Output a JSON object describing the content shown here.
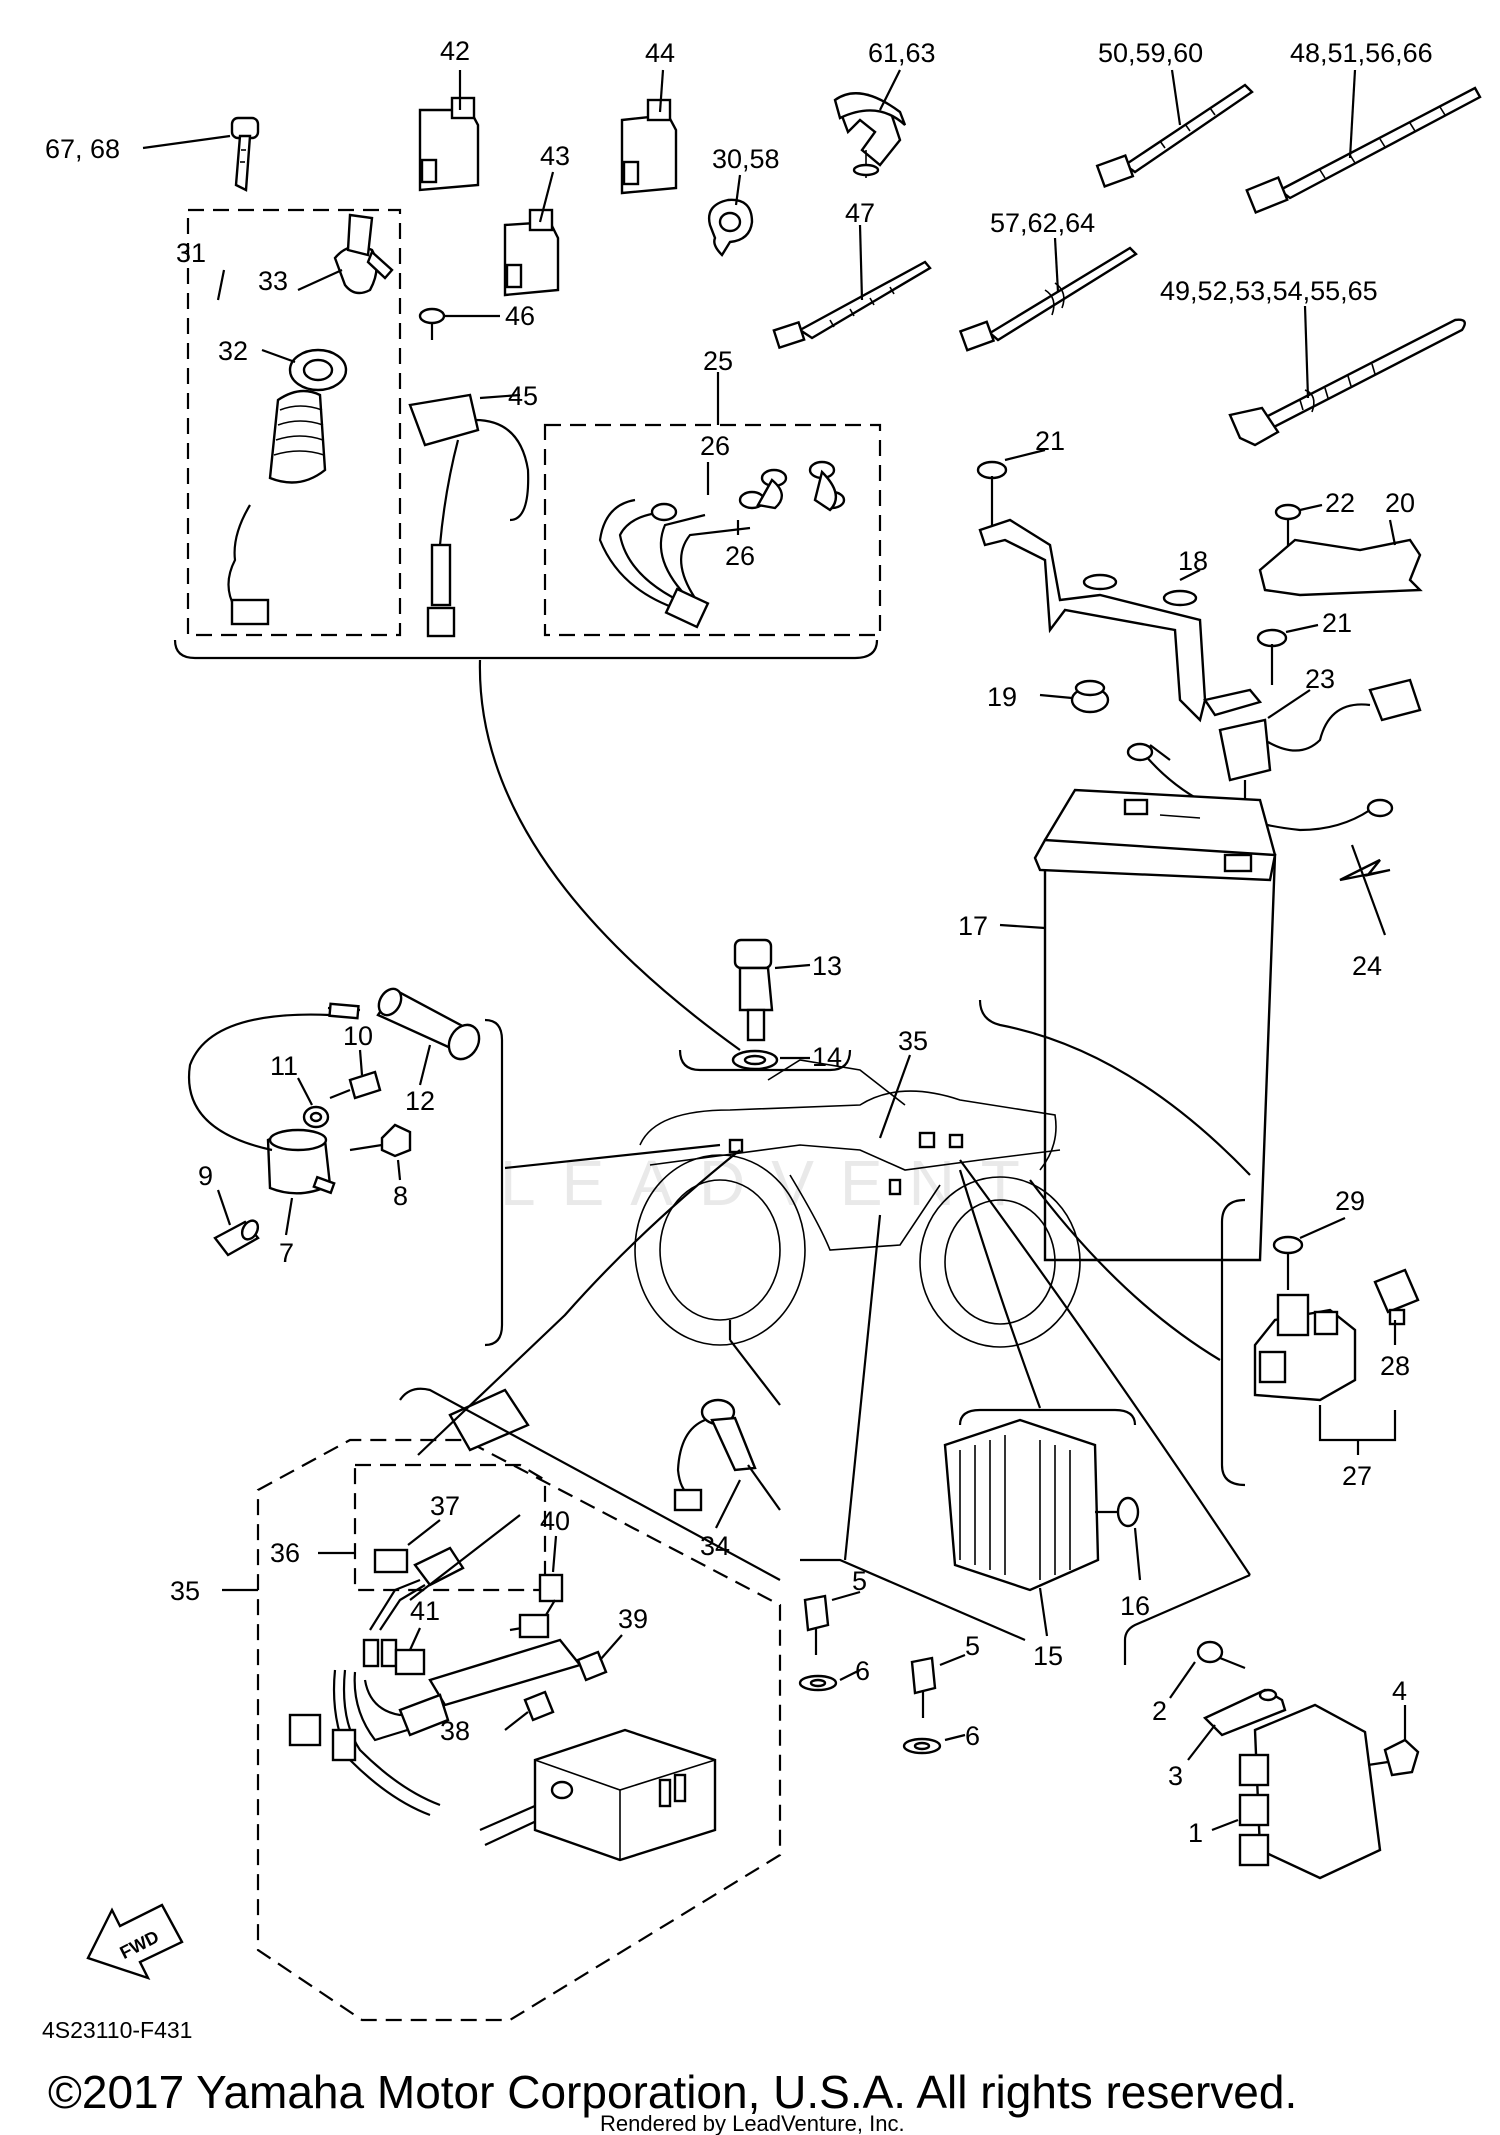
{
  "diagram": {
    "drawing_code": "4S23110-F431",
    "copyright": "©2017 Yamaha Motor Corporation, U.S.A. All rights reserved.",
    "rendered_by": "Rendered by LeadVenture, Inc.",
    "fwd_label": "FWD",
    "callouts": [
      {
        "id": "c-67-68",
        "text": "67, 68"
      },
      {
        "id": "c-42",
        "text": "42"
      },
      {
        "id": "c-43",
        "text": "43"
      },
      {
        "id": "c-44",
        "text": "44"
      },
      {
        "id": "c-61-63",
        "text": "61,63"
      },
      {
        "id": "c-30-58",
        "text": "30,58"
      },
      {
        "id": "c-47",
        "text": "47"
      },
      {
        "id": "c-50-59-60",
        "text": "50,59,60"
      },
      {
        "id": "c-48-51-56-66",
        "text": "48,51,56,66"
      },
      {
        "id": "c-57-62-64",
        "text": "57,62,64"
      },
      {
        "id": "c-49-52-53-54-55-65",
        "text": "49,52,53,54,55,65"
      },
      {
        "id": "c-31",
        "text": "31"
      },
      {
        "id": "c-33",
        "text": "33"
      },
      {
        "id": "c-32",
        "text": "32"
      },
      {
        "id": "c-46",
        "text": "46"
      },
      {
        "id": "c-45",
        "text": "45"
      },
      {
        "id": "c-25",
        "text": "25"
      },
      {
        "id": "c-26a",
        "text": "26"
      },
      {
        "id": "c-26b",
        "text": "26"
      },
      {
        "id": "c-21a",
        "text": "21"
      },
      {
        "id": "c-22",
        "text": "22"
      },
      {
        "id": "c-20",
        "text": "20"
      },
      {
        "id": "c-18",
        "text": "18"
      },
      {
        "id": "c-21b",
        "text": "21"
      },
      {
        "id": "c-19",
        "text": "19"
      },
      {
        "id": "c-23",
        "text": "23"
      },
      {
        "id": "c-17",
        "text": "17"
      },
      {
        "id": "c-24",
        "text": "24"
      },
      {
        "id": "c-13",
        "text": "13"
      },
      {
        "id": "c-14",
        "text": "14"
      },
      {
        "id": "c-35a",
        "text": "35"
      },
      {
        "id": "c-10",
        "text": "10"
      },
      {
        "id": "c-11",
        "text": "11"
      },
      {
        "id": "c-12",
        "text": "12"
      },
      {
        "id": "c-9",
        "text": "9"
      },
      {
        "id": "c-8",
        "text": "8"
      },
      {
        "id": "c-7",
        "text": "7"
      },
      {
        "id": "c-29",
        "text": "29"
      },
      {
        "id": "c-28",
        "text": "28"
      },
      {
        "id": "c-27",
        "text": "27"
      },
      {
        "id": "c-34",
        "text": "34"
      },
      {
        "id": "c-37",
        "text": "37"
      },
      {
        "id": "c-36",
        "text": "36"
      },
      {
        "id": "c-40",
        "text": "40"
      },
      {
        "id": "c-35b",
        "text": "35"
      },
      {
        "id": "c-41",
        "text": "41"
      },
      {
        "id": "c-39",
        "text": "39"
      },
      {
        "id": "c-38",
        "text": "38"
      },
      {
        "id": "c-5a",
        "text": "5"
      },
      {
        "id": "c-6a",
        "text": "6"
      },
      {
        "id": "c-5b",
        "text": "5"
      },
      {
        "id": "c-6b",
        "text": "6"
      },
      {
        "id": "c-15",
        "text": "15"
      },
      {
        "id": "c-16",
        "text": "16"
      },
      {
        "id": "c-2",
        "text": "2"
      },
      {
        "id": "c-4",
        "text": "4"
      },
      {
        "id": "c-3",
        "text": "3"
      },
      {
        "id": "c-1",
        "text": "1"
      }
    ]
  }
}
